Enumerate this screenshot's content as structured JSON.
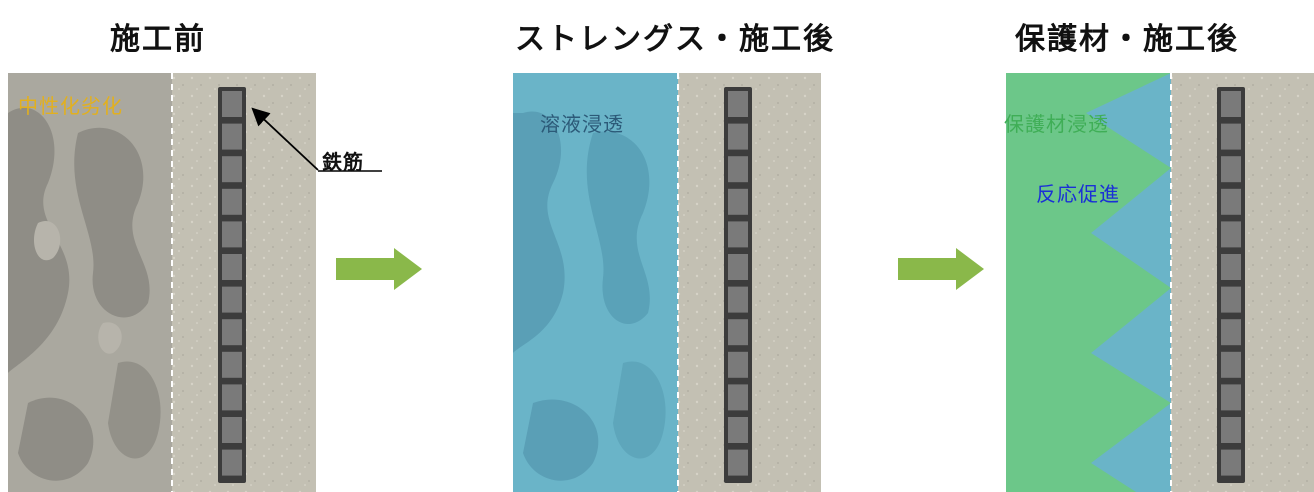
{
  "panels": [
    {
      "title": "施工前",
      "label": "中性化劣化",
      "label_color": "#e2b01f"
    },
    {
      "title": "ストレングス・施工後",
      "label": "溶液浸透",
      "label_color": "#2c5a78"
    },
    {
      "title": "保護材・施工後",
      "label": "保護材浸透",
      "label_color": "#3fae56",
      "label2": "反応促進",
      "label2_color": "#1a2fd6"
    }
  ],
  "callout": {
    "text": "鉄筋"
  },
  "colors": {
    "concrete": "#c3c0b3",
    "carbonated": "#a9a79f",
    "solution": "#6ab4c8",
    "protective": "#6cc789",
    "rebar": "#7a7a7a",
    "arrow": "#8ab84a"
  }
}
